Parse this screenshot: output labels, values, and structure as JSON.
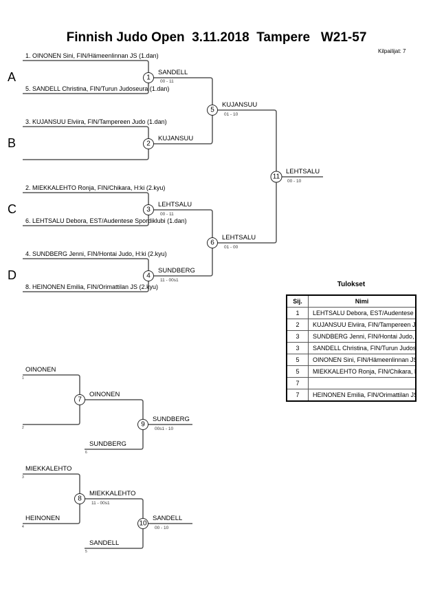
{
  "header": {
    "title": "Finnish Judo Open  3.11.2018  Tampere   W21-57",
    "competitor_count": "Kilpailijat: 7"
  },
  "pools": [
    "A",
    "B",
    "C",
    "D"
  ],
  "entries": [
    "1. OINONEN Sini, FIN/Hämeenlinnan JS (1.dan)",
    "5. SANDELL Christina, FIN/Turun Judoseura (1.dan)",
    "3. KUJANSUU Elviira, FIN/Tampereen Judo (1.dan)",
    "",
    "2. MIEKKALEHTO Ronja, FIN/Chikara, H:ki (2.kyu)",
    "6. LEHTSALU Debora, EST/Audentese Spordiklubi (1.dan)",
    "4. SUNDBERG Jenni, FIN/Hontai Judo, H:ki (2.kyu)",
    "8. HEINONEN Emilia, FIN/Orimattilan JS (2.kyu)"
  ],
  "matches": [
    {
      "number": "1",
      "winner": "SANDELL",
      "score": "00 - 11"
    },
    {
      "number": "2",
      "winner": "KUJANSUU",
      "score": ""
    },
    {
      "number": "3",
      "winner": "LEHTSALU",
      "score": "00 - 11"
    },
    {
      "number": "4",
      "winner": "SUNDBERG",
      "score": "11 - 00s1"
    },
    {
      "number": "5",
      "winner": "KUJANSUU",
      "score": "01 - 10"
    },
    {
      "number": "6",
      "winner": "LEHTSALU",
      "score": "01 - 00"
    },
    {
      "number": "7",
      "winner": "OINONEN",
      "score": ""
    },
    {
      "number": "8",
      "winner": "MIEKKALEHTO",
      "score": "11 - 00s1"
    },
    {
      "number": "9",
      "winner": "SUNDBERG",
      "score": "00s1 - 10"
    },
    {
      "number": "10",
      "winner": "SANDELL",
      "score": "00 - 10"
    },
    {
      "number": "11",
      "winner": "LEHTSALU",
      "score": "00 - 10"
    }
  ],
  "repechage": {
    "r1": {
      "top": "OINONEN",
      "top_seed": "1",
      "bottom": "",
      "bottom_seed": "2",
      "third": "SUNDBERG",
      "third_seed": "6"
    },
    "r2": {
      "top": "MIEKKALEHTO",
      "top_seed": "3",
      "bottom": "HEINONEN",
      "bottom_seed": "4",
      "third": "SANDELL",
      "third_seed": "5"
    }
  },
  "results": {
    "title": "Tulokset",
    "headers": [
      "Sij.",
      "Nimi"
    ],
    "rows": [
      {
        "rank": "1",
        "name": "LEHTSALU Debora, EST/Audentese Spordiklubi"
      },
      {
        "rank": "2",
        "name": "KUJANSUU Elviira, FIN/Tampereen Judo"
      },
      {
        "rank": "3",
        "name": "SUNDBERG Jenni, FIN/Hontai Judo, H:ki"
      },
      {
        "rank": "3",
        "name": "SANDELL Christina, FIN/Turun Judoseura"
      },
      {
        "rank": "5",
        "name": "OINONEN Sini, FIN/Hämeenlinnan JS"
      },
      {
        "rank": "5",
        "name": "MIEKKALEHTO Ronja, FIN/Chikara, H:ki"
      },
      {
        "rank": "7",
        "name": ""
      },
      {
        "rank": "7",
        "name": "HEINONEN Emilia, FIN/Orimattilan JS"
      }
    ]
  }
}
